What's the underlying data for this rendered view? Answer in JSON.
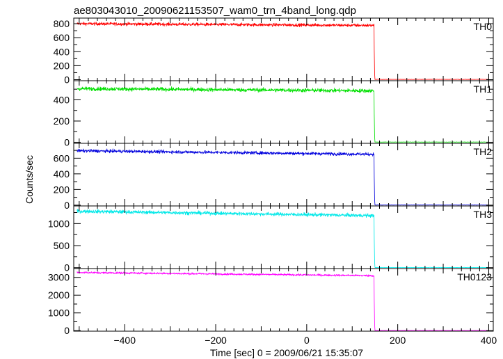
{
  "chart_data": {
    "type": "line",
    "title": "ae803043010_20090621153507_wam0_trn_4band_long.qdp",
    "xlabel": "Time [sec] 0 = 2009/06/21 15:35:07",
    "ylabel": "Counts/sec",
    "xlim": [
      -512,
      410
    ],
    "x_ticks": [
      "−400",
      "−200",
      "0",
      "200",
      "400"
    ],
    "x_tick_values": [
      -400,
      -200,
      0,
      200,
      400
    ],
    "drop_time": 148,
    "panels": [
      {
        "name": "TH0",
        "color": "#ff0000",
        "ylim": [
          -15,
          880
        ],
        "y_ticks": [
          "0",
          "200",
          "400",
          "600",
          "800"
        ],
        "y_tick_values": [
          0,
          200,
          400,
          600,
          800
        ],
        "level_start": 800,
        "level_end": 775,
        "noise": 22,
        "after_level": 4
      },
      {
        "name": "TH1",
        "color": "#00e000",
        "ylim": [
          -10,
          580
        ],
        "y_ticks": [
          "0",
          "200",
          "400"
        ],
        "y_tick_values": [
          0,
          200,
          400
        ],
        "level_start": 505,
        "level_end": 485,
        "noise": 18,
        "after_level": 2
      },
      {
        "name": "TH2",
        "color": "#0000dd",
        "ylim": [
          -10,
          790
        ],
        "y_ticks": [
          "0",
          "200",
          "400",
          "600"
        ],
        "y_tick_values": [
          0,
          200,
          400,
          600
        ],
        "level_start": 695,
        "level_end": 650,
        "noise": 20,
        "after_level": 2
      },
      {
        "name": "TH3",
        "color": "#00e8e8",
        "ylim": [
          -20,
          1400
        ],
        "y_ticks": [
          "0",
          "500",
          "1000"
        ],
        "y_tick_values": [
          0,
          500,
          1000
        ],
        "level_start": 1280,
        "level_end": 1180,
        "noise": 40,
        "after_level": 5
      },
      {
        "name": "TH0123",
        "color": "#ff00ff",
        "ylim": [
          -30,
          3500
        ],
        "y_ticks": [
          "0",
          "1000",
          "2000",
          "3000"
        ],
        "y_tick_values": [
          0,
          1000,
          2000,
          3000
        ],
        "level_start": 3280,
        "level_end": 3100,
        "noise": 55,
        "after_level": 10
      }
    ]
  }
}
